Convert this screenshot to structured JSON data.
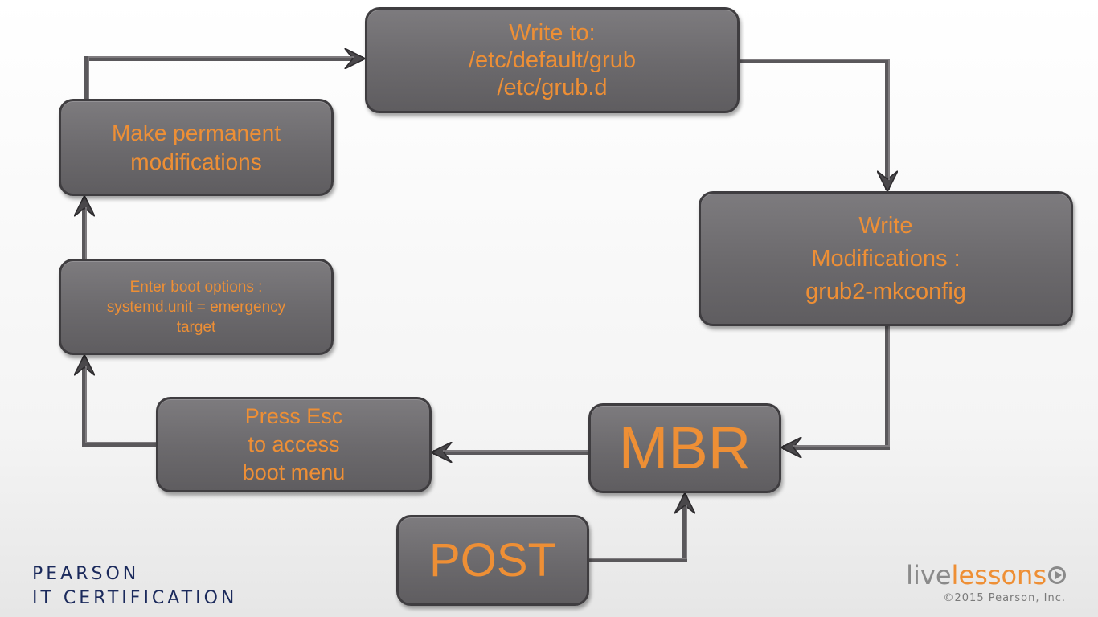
{
  "diagram": {
    "boxes": {
      "write_to": [
        "Write to:",
        "/etc/default/grub",
        "/etc/grub.d"
      ],
      "make_permanent": [
        "Make permanent",
        "modifications"
      ],
      "write_modifications": [
        "Write",
        "Modifications :",
        "grub2-mkconfig"
      ],
      "enter_boot_options": [
        "Enter boot options :",
        "systemd.unit = emergency",
        "target"
      ],
      "press_esc": [
        "Press Esc",
        "to access",
        "boot menu"
      ],
      "mbr": [
        "MBR"
      ],
      "post": [
        "POST"
      ]
    },
    "flow": [
      "POST → MBR",
      "MBR → Press Esc to access boot menu",
      "Press Esc to access boot menu → Enter boot options",
      "Enter boot options → Make permanent modifications",
      "Make permanent modifications → Write to",
      "Write to → Write Modifications",
      "Write Modifications → MBR"
    ],
    "colors": {
      "box_fill": "#6b696c",
      "box_text": "#ee8f35",
      "connector": "#5a585b"
    }
  },
  "branding": {
    "pearson_line1": "PEARSON",
    "pearson_line2": "IT CERTIFICATION",
    "livelessons_live": "live",
    "livelessons_lessons": "lessons",
    "copyright": "©2015 Pearson, Inc."
  }
}
